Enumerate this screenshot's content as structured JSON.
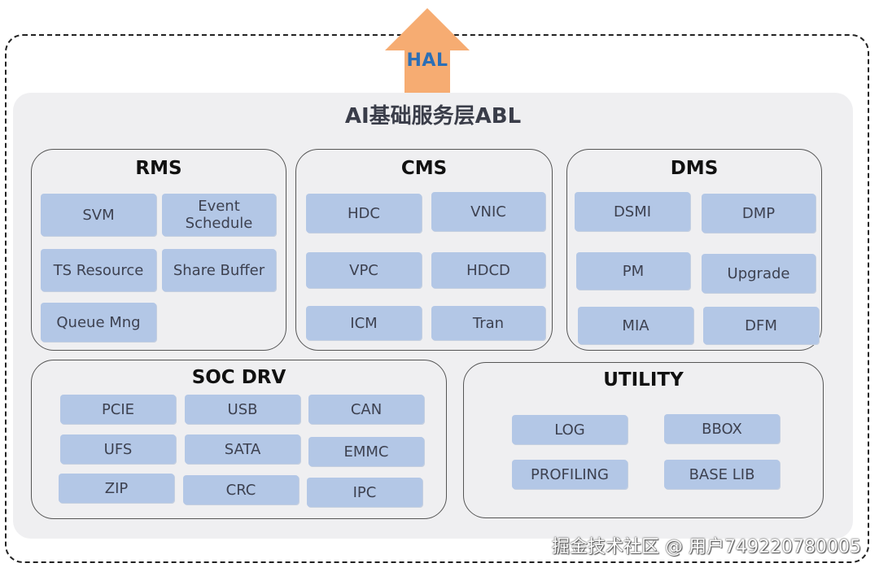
{
  "hal_label": "HAL",
  "layer_title": "AI基础服务层ABL",
  "groups": {
    "rms": {
      "title": "RMS",
      "items": [
        "SVM",
        "Event\nSchedule",
        "TS Resource",
        "Share Buffer",
        "Queue Mng"
      ]
    },
    "cms": {
      "title": "CMS",
      "items": [
        "HDC",
        "VNIC",
        "VPC",
        "HDCD",
        "ICM",
        "Tran"
      ]
    },
    "dms": {
      "title": "DMS",
      "items": [
        "DSMI",
        "DMP",
        "PM",
        "Upgrade",
        "MIA",
        "DFM"
      ]
    },
    "soc": {
      "title": "SOC DRV",
      "items": [
        "PCIE",
        "USB",
        "CAN",
        "UFS",
        "SATA",
        "EMMC",
        "ZIP",
        "CRC",
        "IPC"
      ]
    },
    "utility": {
      "title": "UTILITY",
      "items": [
        "LOG",
        "BBOX",
        "PROFILING",
        "BASE LIB"
      ]
    }
  },
  "watermark": "掘金技术社区 @ 用户749220780005",
  "colors": {
    "arrow": "#f6ac72",
    "hal_text": "#2c6fb6",
    "layer_bg": "#efeff1",
    "module_box": "#b3c7e6"
  }
}
